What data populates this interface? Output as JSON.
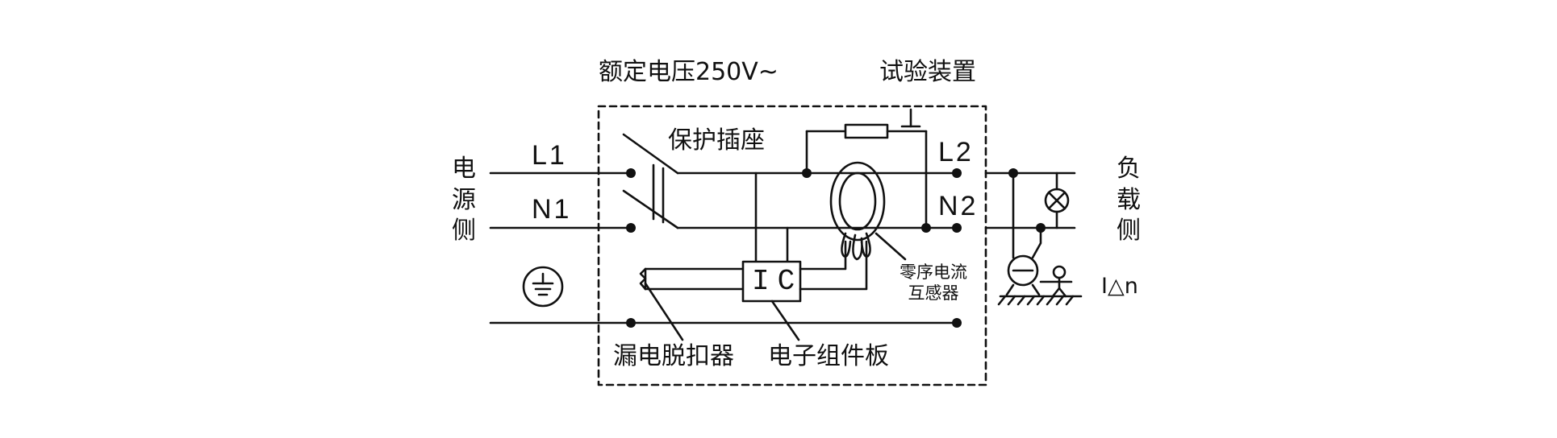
{
  "labels": {
    "rated_voltage": "额定电压250V~",
    "test_device": "试验装置",
    "protective_socket": "保护插座",
    "terminal_l1": "L1",
    "terminal_n1": "N1",
    "terminal_l2": "L2",
    "terminal_n2": "N2",
    "source_side": [
      "电",
      "源",
      "侧"
    ],
    "load_side": [
      "负",
      "载",
      "侧"
    ],
    "zero_sequence_ct": [
      "零序电流",
      "互感器"
    ],
    "ic": "IC",
    "leakage_trip": "漏电脱扣器",
    "electronic_board": "电子组件板",
    "leak_current": "I△n"
  },
  "colors": {
    "line": "#111111",
    "background": "#ffffff"
  },
  "icons": [
    "ground-symbol-icon",
    "lamp-load-icon",
    "motor-load-icon",
    "person-touch-icon"
  ]
}
